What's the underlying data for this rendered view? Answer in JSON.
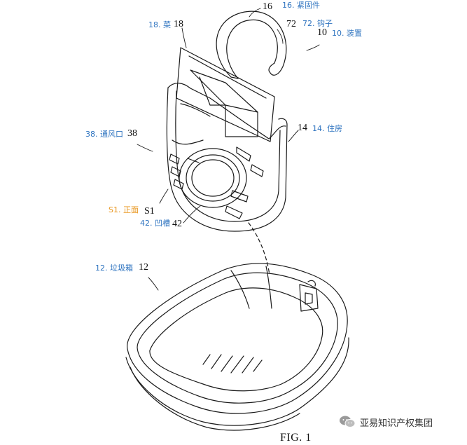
{
  "colors": {
    "line": "#1a1a1a",
    "annotation_blue": "#2f74c0",
    "annotation_orange": "#e8941a",
    "watermark": "#333333"
  },
  "labels": {
    "fastener": {
      "num": "16",
      "cn": "16. 紧固件"
    },
    "hook": {
      "num": "72",
      "cn": "72. 钩子"
    },
    "device": {
      "num": "10",
      "cn": "10. 装置"
    },
    "leaf": {
      "num": "18",
      "cn": "18. 菜"
    },
    "housing": {
      "num": "14",
      "cn": "14. 住房"
    },
    "vent": {
      "num": "38",
      "cn": "38. 通风口"
    },
    "front": {
      "num": "S1",
      "cn": "S1. 正面"
    },
    "groove": {
      "num": "42",
      "cn": "42. 凹槽"
    },
    "bin": {
      "num": "12",
      "cn": "12. 垃圾箱"
    }
  },
  "figure_caption": "FIG. 1",
  "watermark": {
    "text": "亚易知识产权集团",
    "icon": "wechat-icon"
  }
}
